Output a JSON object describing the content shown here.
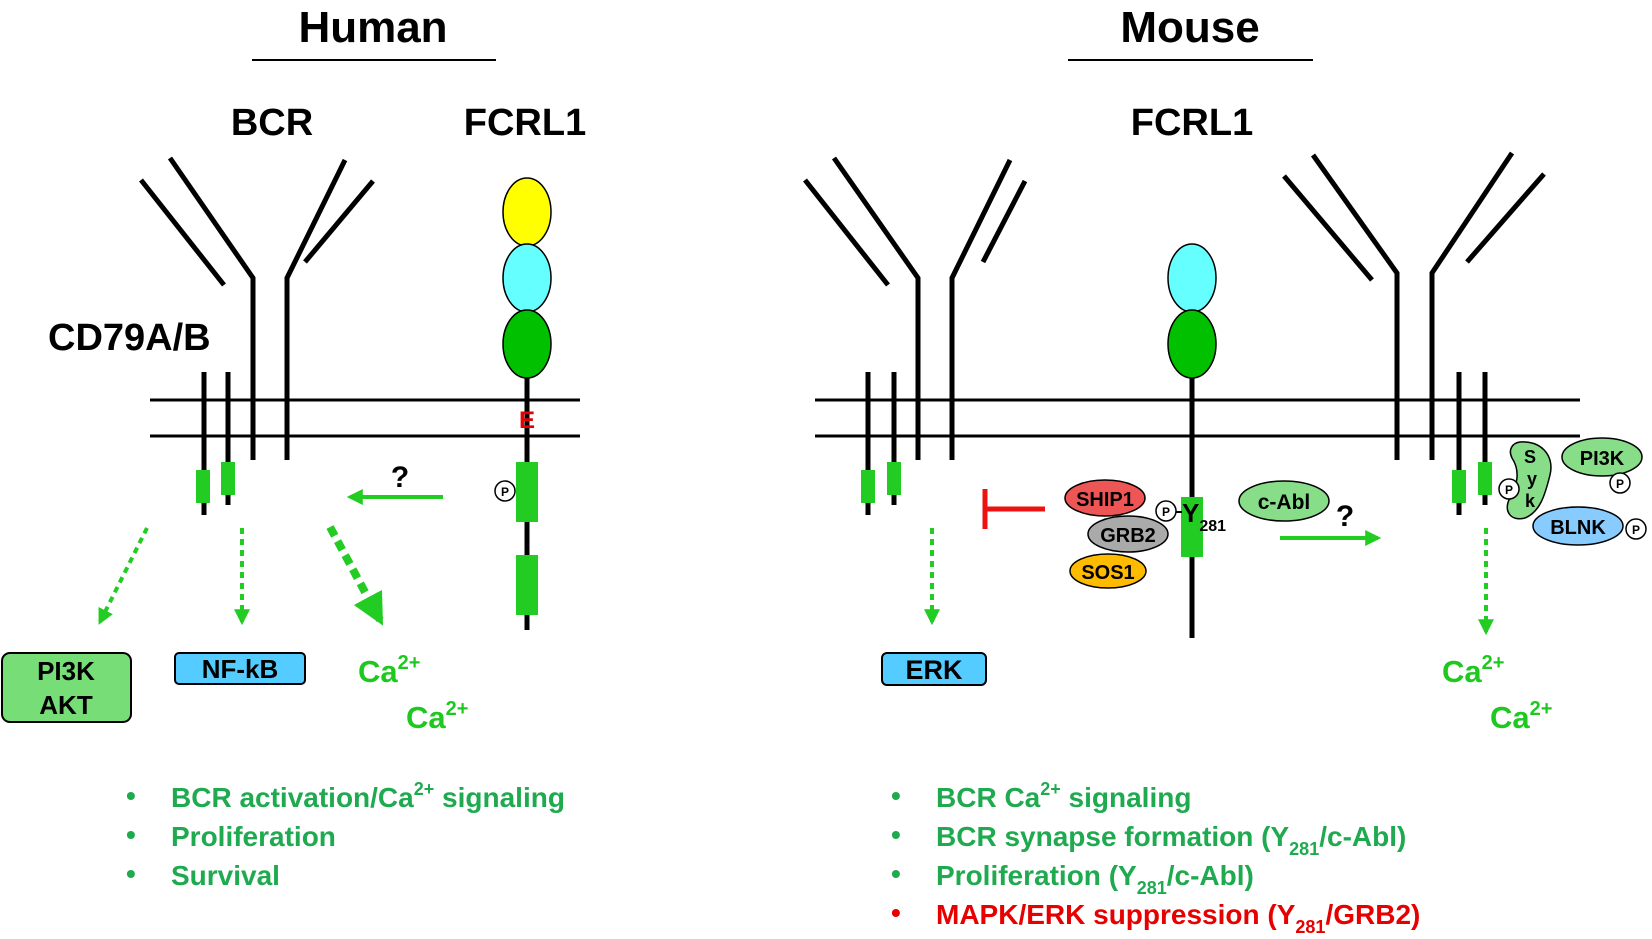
{
  "human": {
    "title": "Human",
    "bcr_label": "BCR",
    "fcrl1_label": "FCRL1",
    "cd79_label": "CD79A/B",
    "e_label": "E",
    "p_label": "P",
    "question": "?",
    "pi3k_label": "PI3K",
    "akt_label": "AKT",
    "nfkb_label": "NF-kB",
    "ca_label": "Ca",
    "ca_sup": "2+",
    "bullets": [
      {
        "pre": "BCR activation/Ca",
        "sup": "2+",
        "post": " signaling"
      },
      {
        "text": "Proliferation"
      },
      {
        "text": "Survival"
      }
    ]
  },
  "mouse": {
    "title": "Mouse",
    "fcrl1_label": "FCRL1",
    "ship1_label": "SHIP1",
    "grb2_label": "GRB2",
    "sos1_label": "SOS1",
    "cabl_label": "c-Abl",
    "p_label": "P",
    "y_label": "Y",
    "y_sub": "281",
    "question": "?",
    "syk_s": "S",
    "syk_y": "y",
    "syk_k": "k",
    "pi3k_label": "PI3K",
    "blnk_label": "BLNK",
    "erk_label": "ERK",
    "ca_label": "Ca",
    "ca_sup": "2+",
    "bullets": [
      {
        "pre": "BCR Ca",
        "sup": "2+",
        "post": " signaling",
        "color": "green"
      },
      {
        "pre": "BCR synapse formation (Y",
        "sub": "281",
        "post": "/c-Abl)",
        "color": "green"
      },
      {
        "pre": "Proliferation (Y",
        "sub": "281",
        "post": "/c-Abl)",
        "color": "green"
      },
      {
        "pre": "MAPK/ERK suppression (Y",
        "sub": "281",
        "post": "/GRB2)",
        "color": "red"
      }
    ]
  },
  "colors": {
    "green_domain": "#00c000",
    "yellow_domain": "#ffff00",
    "cyan_domain": "#66ffff",
    "itam_green": "#33cc33",
    "arrow_green": "#22cc22",
    "text_green": "#1faa50",
    "inhibit_red": "#ee1111",
    "pi3k_box": "#77dd77",
    "nfkb_box": "#55ccff",
    "ship1": "#ee5555",
    "grb2": "#aaaaaa",
    "sos1": "#ffbb00",
    "cabl": "#88dd88",
    "blnk": "#88ccff"
  }
}
